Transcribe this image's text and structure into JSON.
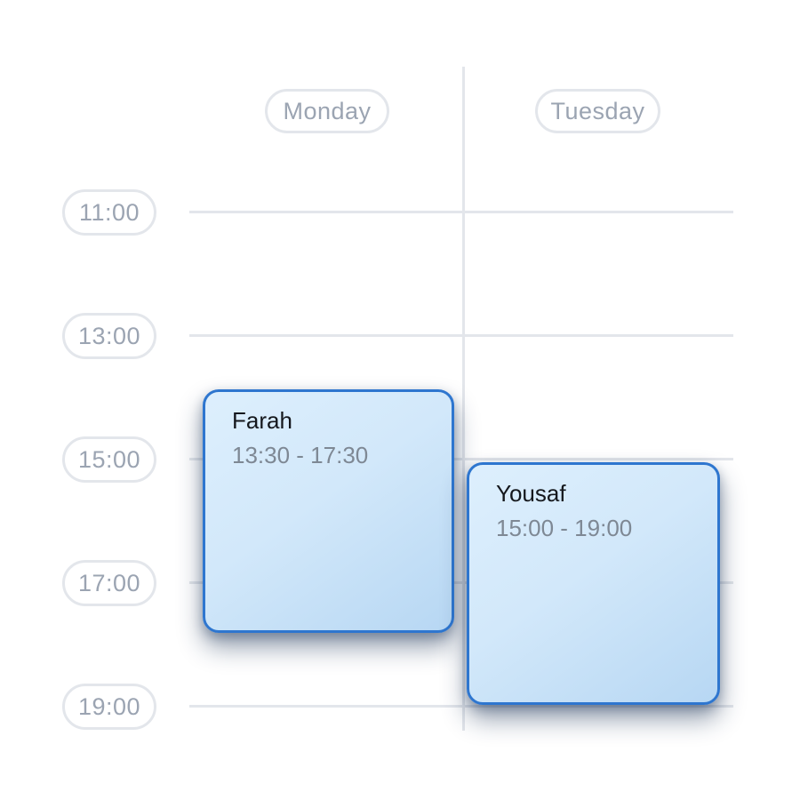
{
  "days": [
    {
      "label": "Monday"
    },
    {
      "label": "Tuesday"
    }
  ],
  "times": [
    "11:00",
    "13:00",
    "15:00",
    "17:00",
    "19:00"
  ],
  "events": [
    {
      "title": "Farah",
      "time_range": "13:30 - 17:30",
      "day": "Monday"
    },
    {
      "title": "Yousaf",
      "time_range": "15:00 - 19:00",
      "day": "Tuesday"
    }
  ],
  "colors": {
    "event_border": "#2e76cf",
    "event_fill_top": "#ddeffd",
    "event_fill_bottom": "#b7d7f3",
    "event_shadow": "rgba(22,46,82,0.45)",
    "grid_line": "#e3e6eb",
    "pill_outline": "#e3e6eb",
    "label_text": "#9ba4b2",
    "event_title_text": "#15181d",
    "event_time_text": "#7e8894"
  }
}
